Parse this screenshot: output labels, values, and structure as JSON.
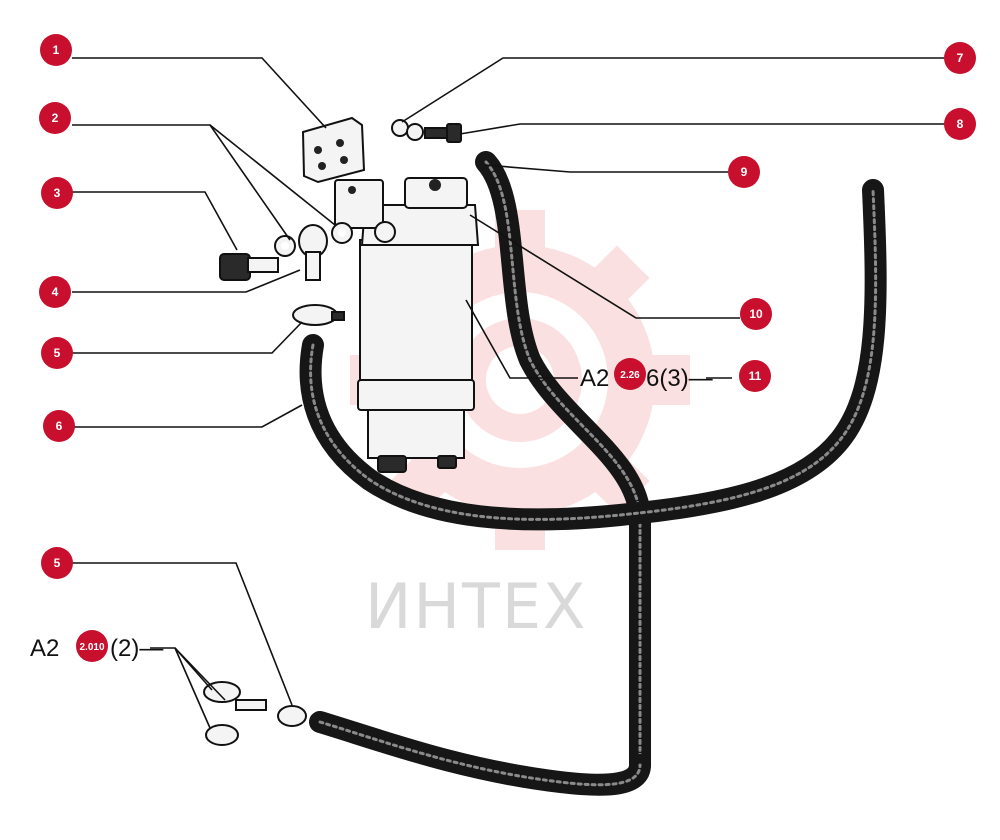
{
  "diagram": {
    "callouts": [
      {
        "label": "1"
      },
      {
        "label": "2"
      },
      {
        "label": "3"
      },
      {
        "label": "4"
      },
      {
        "label": "5"
      },
      {
        "label": "6"
      },
      {
        "label": "5"
      },
      {
        "label": "7"
      },
      {
        "label": "8"
      },
      {
        "label": "9"
      },
      {
        "label": "10"
      },
      {
        "label": "11"
      },
      {
        "label": "2.26"
      },
      {
        "label": "2.010"
      }
    ],
    "references": [
      {
        "text": "A2"
      },
      {
        "text": "6(3)—"
      },
      {
        "text": "A2"
      },
      {
        "text": "(2)—"
      }
    ],
    "watermark": {
      "text": "ИНТЕХ"
    },
    "colors": {
      "callout": "#c8102e",
      "watermark_logo": "#f4c4c4",
      "watermark_text": "#d9d9d9",
      "line": "#111111"
    }
  }
}
